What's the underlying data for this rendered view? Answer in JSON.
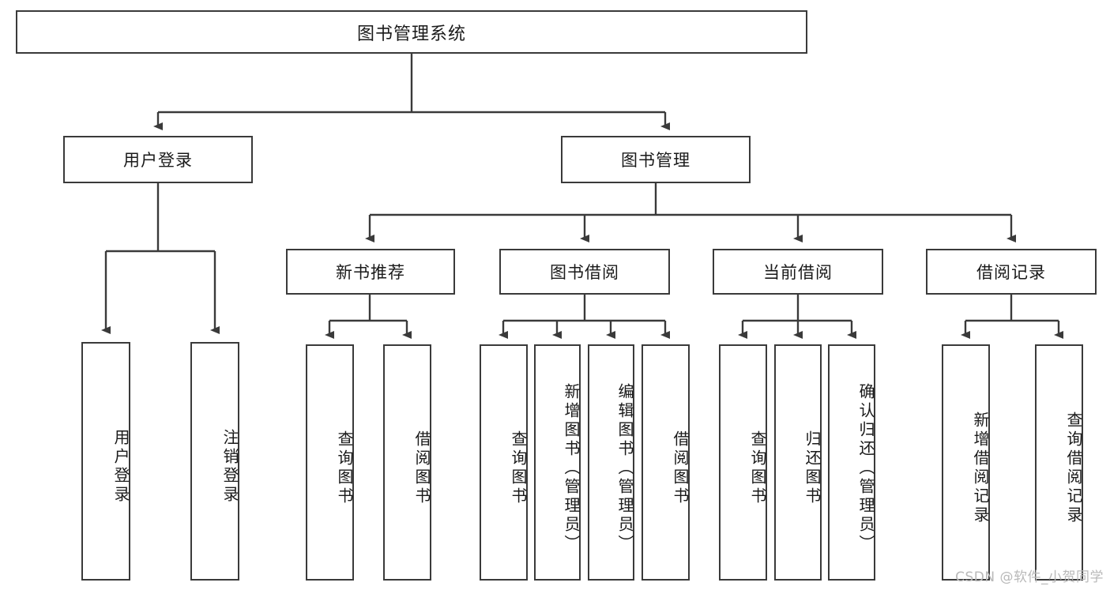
{
  "diagram": {
    "title": "图书管理系统",
    "type": "tree-hierarchy-chart",
    "watermark": "CSDN @软件_小贺同学",
    "colors": {
      "border": "#3a3a3a",
      "background": "#ffffff",
      "text": "#1a1a1a",
      "watermark": "#b9b9b9"
    },
    "root": {
      "label": "图书管理系统"
    },
    "level2": [
      {
        "label": "用户登录"
      },
      {
        "label": "图书管理"
      }
    ],
    "level3": [
      {
        "label": "新书推荐"
      },
      {
        "label": "图书借阅"
      },
      {
        "label": "当前借阅"
      },
      {
        "label": "借阅记录"
      }
    ],
    "leaves": {
      "user_login": [
        {
          "label": "用户登录"
        },
        {
          "label": "注销登录"
        }
      ],
      "new_book": [
        {
          "label": "查询图书"
        },
        {
          "label": "借阅图书"
        }
      ],
      "book_borrow": [
        {
          "label": "查询图书"
        },
        {
          "label": "新增图书（管理员）"
        },
        {
          "label": "编辑图书（管理员）"
        },
        {
          "label": "借阅图书"
        }
      ],
      "current_borrow": [
        {
          "label": "查询图书"
        },
        {
          "label": "归还图书"
        },
        {
          "label": "确认归还（管理员）"
        }
      ],
      "borrow_record": [
        {
          "label": "新增借阅记录"
        },
        {
          "label": "查询借阅记录"
        }
      ]
    }
  }
}
